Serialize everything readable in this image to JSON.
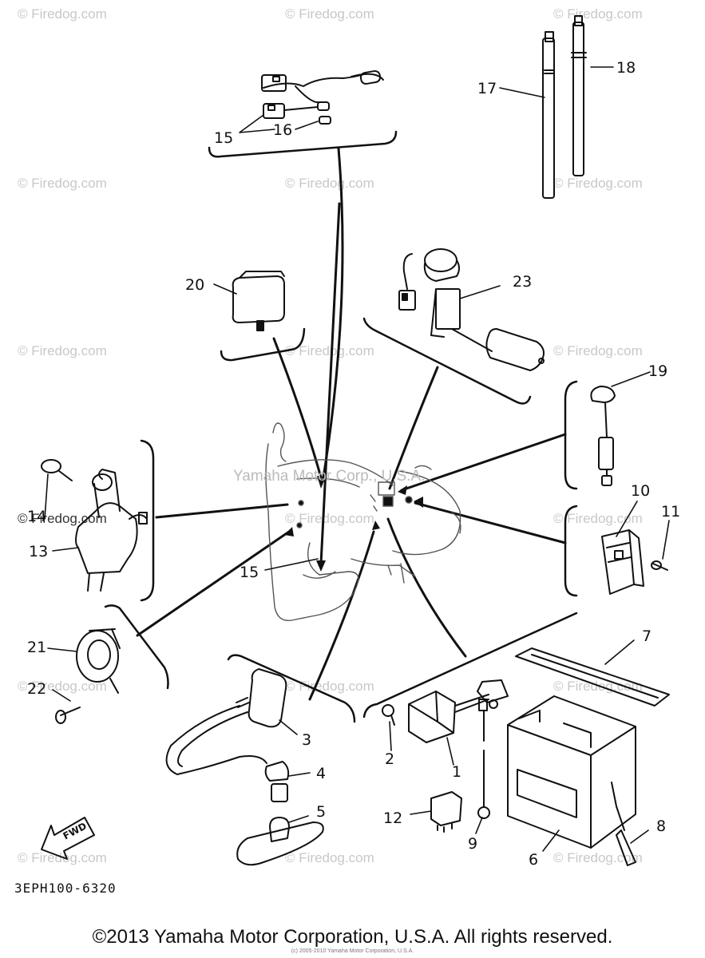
{
  "watermark_text": "© Firedog.com",
  "center_watermark": "Yamaha Motor Corp., U.S.A.",
  "part_code": "3EPH100-6320",
  "fwd_label": "FWD",
  "copyright": "©2013 Yamaha Motor Corporation, U.S.A. All rights reserved.",
  "tiny_note": "(c) 2005-2010 Yamaha Motor Corporation, U.S.A.",
  "callouts": {
    "c1": "1",
    "c2": "2",
    "c3": "3",
    "c4": "4",
    "c5": "5",
    "c6": "6",
    "c7": "7",
    "c8": "8",
    "c9": "9",
    "c10": "10",
    "c11": "11",
    "c12": "12",
    "c13": "13",
    "c14": "14",
    "c15a": "15",
    "c15b": "15",
    "c16": "16",
    "c17": "17",
    "c18": "18",
    "c19": "19",
    "c20": "20",
    "c21": "21",
    "c22": "22",
    "c23": "23"
  }
}
